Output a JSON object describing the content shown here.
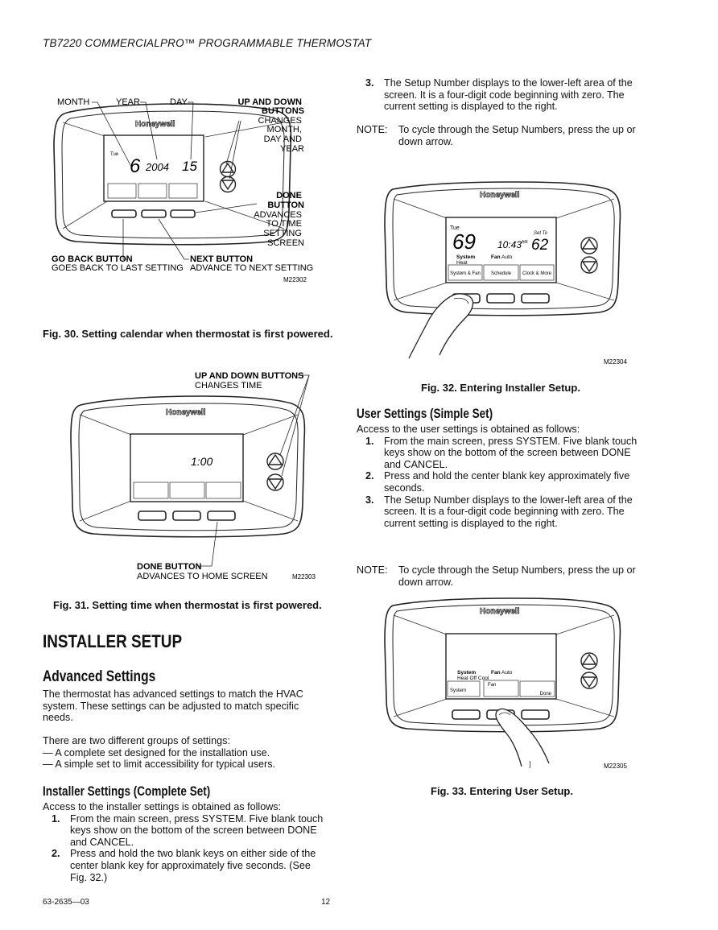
{
  "header": "TB7220 COMMERCIALPRO™ PROGRAMMABLE THERMOSTAT",
  "brand": "Honeywell",
  "fig30": {
    "labels": {
      "month": "MONTH",
      "year": "YEAR",
      "day": "DAY",
      "updown_title": [
        "UP AND DOWN",
        "BUTTONS"
      ],
      "updown_desc": [
        "CHANGES",
        "MONTH,",
        "DAY AND",
        "YEAR"
      ],
      "done_title": [
        "DONE",
        "BUTTON"
      ],
      "done_desc": [
        "ADVANCES",
        "TO TIME",
        "SETTING",
        "SCREEN"
      ],
      "goback_title": "GO BACK BUTTON",
      "goback_desc": "GOES BACK TO LAST SETTING",
      "next_title": "NEXT BUTTON",
      "next_desc": "ADVANCE TO NEXT SETTING"
    },
    "display": {
      "day_name": "Tue",
      "month": "6",
      "year": "2004",
      "day": "15"
    },
    "code": "M22302",
    "caption": "Fig. 30. Setting calendar when thermostat is first powered."
  },
  "fig31": {
    "labels": {
      "updown_title": "UP AND DOWN BUTTONS",
      "updown_desc": "CHANGES TIME",
      "done_title": "DONE BUTTON",
      "done_desc": "ADVANCES TO HOME SCREEN"
    },
    "display": {
      "time": "1:00"
    },
    "code": "M22303",
    "caption": "Fig. 31. Setting time when thermostat is first powered."
  },
  "fig32": {
    "display": {
      "day_name": "Tue",
      "temp": "69",
      "time": "10:43",
      "ampm": "AM",
      "set_to": "Set To",
      "set_temp": "62",
      "system_label": "System",
      "system_value": "Heat",
      "fan_label": "Fan",
      "fan_value": "Auto",
      "keys": [
        "System & Fan",
        "Schedule",
        "Clock & More"
      ]
    },
    "code": "M22304",
    "caption": "Fig. 32. Entering Installer Setup."
  },
  "fig33": {
    "display": {
      "system_label": "System",
      "system_options": "Heat Off Cool",
      "fan_label": "Fan",
      "fan_value": "Auto",
      "keys": [
        "System",
        "Fan",
        "Done"
      ]
    },
    "code": "M22305",
    "caption": "Fig. 33. Entering User Setup."
  },
  "left_col": {
    "installer_setup": "INSTALLER SETUP",
    "advanced_settings": "Advanced Settings",
    "advanced_p1": [
      "The thermostat has advanced settings to match the HVAC",
      "system. These settings can be adjusted to match specific",
      "needs."
    ],
    "advanced_p2": "There are two different groups of settings:",
    "groups": [
      "— A complete set designed for the installation use.",
      "— A simple set to limit accessibility for typical users."
    ],
    "installer_complete_title": "Installer Settings (Complete Set)",
    "installer_intro": "Access to the installer settings is obtained as follows:",
    "installer_steps": [
      {
        "n": "1.",
        "lines": [
          "From the main screen, press SYSTEM. Five blank touch",
          "keys show on the bottom of the screen between DONE",
          "and CANCEL."
        ]
      },
      {
        "n": "2.",
        "lines": [
          "Press and hold the two blank keys on either side of the",
          "center blank key for approximately five seconds. (See",
          "Fig. 32.)"
        ]
      }
    ]
  },
  "right_col": {
    "step3": {
      "n": "3.",
      "lines": [
        "The Setup Number displays to the lower-left area of the",
        "screen. It is a four-digit code beginning with zero. The",
        "current setting is displayed to the right."
      ]
    },
    "note": {
      "label": "NOTE:",
      "lines": [
        "To cycle through the Setup Numbers, press the up or",
        "down arrow."
      ]
    },
    "user_title": "User Settings (Simple Set)",
    "user_intro": "Access to the user settings is obtained as follows:",
    "user_steps": [
      {
        "n": "1.",
        "lines": [
          "From the main screen, press SYSTEM. Five blank touch",
          "keys show on the bottom of the screen between DONE",
          "and CANCEL."
        ]
      },
      {
        "n": "2.",
        "lines": [
          "Press and hold the center blank key approximately five",
          "seconds."
        ]
      },
      {
        "n": "3.",
        "lines": [
          "The Setup Number displays to the lower-left area of the",
          "screen. It is a four-digit code beginning with zero. The",
          "current setting is displayed to the right."
        ]
      }
    ],
    "note2": {
      "label": "NOTE:",
      "lines": [
        "To cycle through the Setup Numbers, press the up or",
        "down arrow."
      ]
    }
  },
  "footer": {
    "doc_number": "63-2635—03",
    "page": "12"
  }
}
